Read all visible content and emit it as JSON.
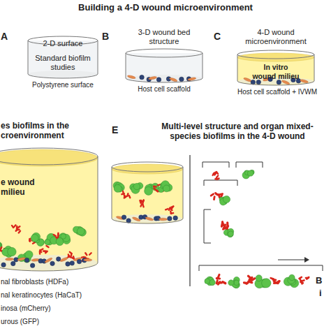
{
  "diagram": {
    "nodes": [
      {
        "text": [
          "2-D surface",
          "Standard biofilm studies",
          "Polystyrene surface"
        ]
      },
      {
        "text": [
          "3-D wound bed structure",
          "Host cell scaffold"
        ]
      },
      {
        "text": [
          "4-D wound microenvironment",
          "In vitro wound milieu",
          "Host cell scaffold + IVWM"
        ]
      },
      {
        "text": [
          "e wound milieu"
        ]
      }
    ],
    "labels": [
      "Building a 4-D wound microenvironment",
      "A",
      "B",
      "C",
      "es biofilms in the croenvironment",
      "E",
      "Multi-level structure and organ mixed-species biofilms in the 4-D wound",
      "B",
      "i"
    ],
    "legend": [
      {
        "text": "nal fibroblasts (HDFa)"
      },
      {
        "text": "nal keratinocytes (HaCaT)"
      },
      {
        "text": "inosa (mCherry)"
      },
      {
        "text": "urous (GFP)"
      }
    ]
  }
}
